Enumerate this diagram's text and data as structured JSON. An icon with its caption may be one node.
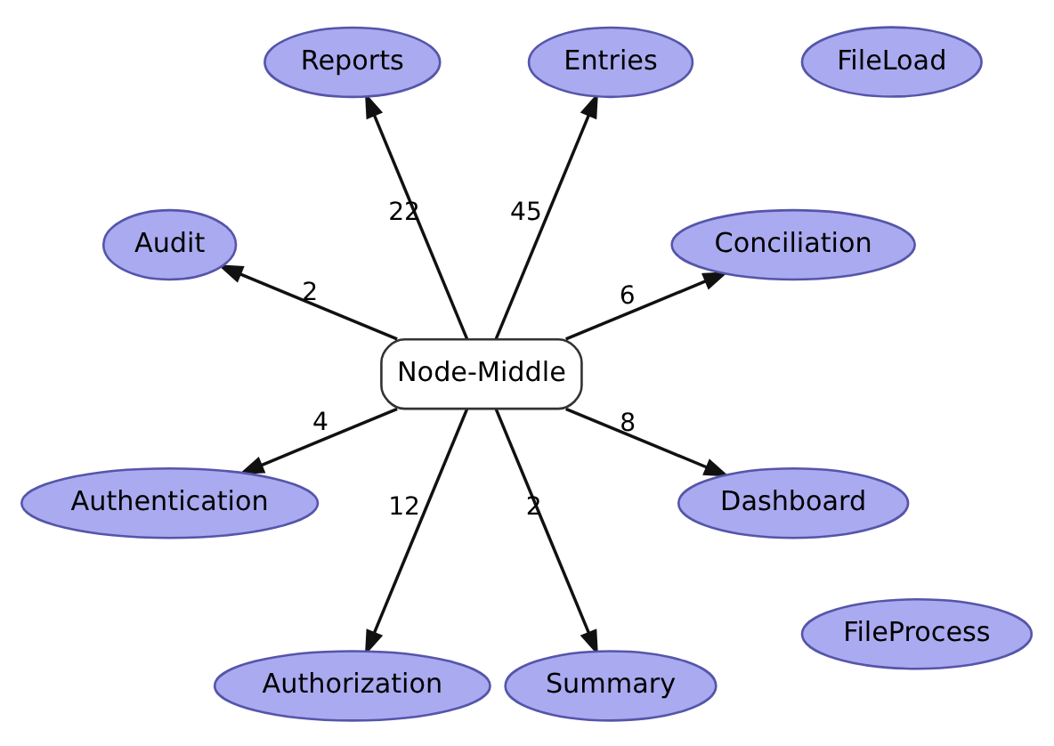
{
  "diagram": {
    "nodes": [
      {
        "text": [
          "Conciliation"
        ]
      },
      {
        "text": [
          "FileLoad"
        ]
      },
      {
        "text": [
          "Entries"
        ]
      },
      {
        "text": [
          "Reports"
        ]
      },
      {
        "text": [
          "FileProcess"
        ]
      },
      {
        "text": [
          "Audit"
        ]
      },
      {
        "text": [
          "Node-Middle"
        ]
      },
      {
        "text": [
          "Authentication"
        ]
      },
      {
        "text": [
          "Authorization"
        ]
      },
      {
        "text": [
          "Summary"
        ]
      },
      {
        "text": [
          "Dashboard"
        ]
      }
    ],
    "edges": [
      {
        "from": 6,
        "to": 0,
        "arrow": "to",
        "label": "6"
      },
      {
        "from": 6,
        "to": 2,
        "arrow": "to",
        "label": "45"
      },
      {
        "from": 6,
        "to": 3,
        "arrow": "to",
        "label": "22"
      },
      {
        "from": 6,
        "to": 5,
        "arrow": "to",
        "label": "2"
      },
      {
        "from": 6,
        "to": 7,
        "arrow": "to",
        "label": "4"
      },
      {
        "from": 6,
        "to": 8,
        "arrow": "to",
        "label": "12"
      },
      {
        "from": 6,
        "to": 9,
        "arrow": "to",
        "label": "2"
      },
      {
        "from": 6,
        "to": 10,
        "arrow": "to",
        "label": "8"
      }
    ]
  }
}
